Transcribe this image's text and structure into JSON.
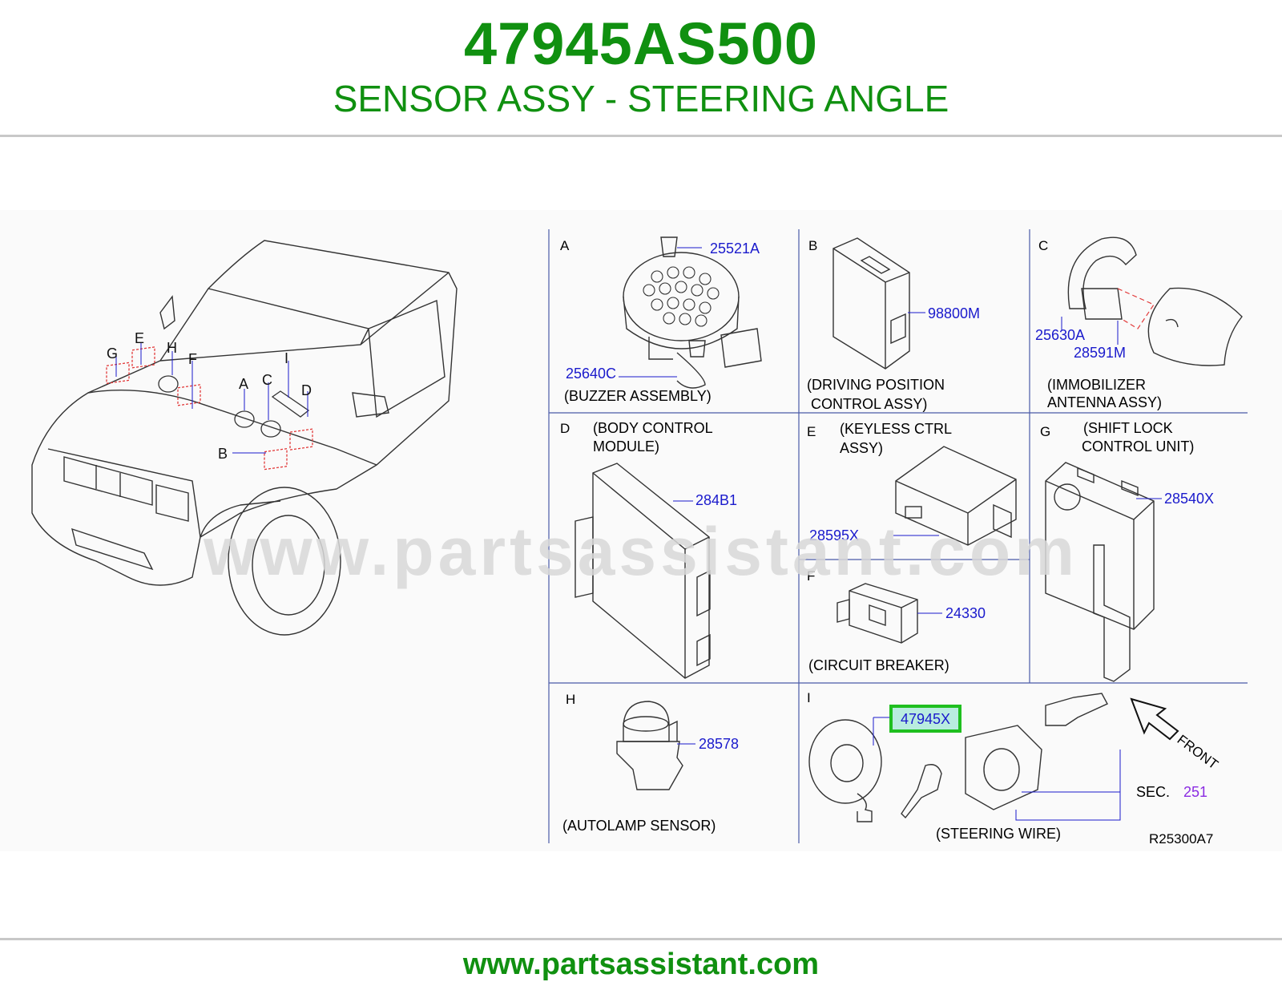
{
  "header": {
    "part_number": "47945AS500",
    "part_name": "SENSOR ASSY - STEERING ANGLE"
  },
  "footer": {
    "url": "www.partsassistant.com"
  },
  "watermark": "www.partsassistant.com",
  "colors": {
    "brand_green": "#109010",
    "part_link_blue": "#1a1acc",
    "sec_purple": "#8a2be2",
    "highlight_border": "#1fbf1f",
    "highlight_fill": "#b9ecdf",
    "locator_red": "#e23a3a"
  },
  "vehicle_labels": {
    "G": "G",
    "E": "E",
    "H": "H",
    "F": "F",
    "A": "A",
    "C": "C",
    "I": "I",
    "D": "D",
    "B": "B"
  },
  "panels": {
    "A": {
      "letter": "A",
      "parts": [
        "25521A",
        "25640C"
      ],
      "caption": "(BUZZER   ASSEMBLY)"
    },
    "B": {
      "letter": "B",
      "parts": [
        "98800M"
      ],
      "caption1": "(DRIVING   POSITION",
      "caption2": "CONTROL   ASSY)"
    },
    "C": {
      "letter": "C",
      "parts": [
        "25630A",
        "28591M"
      ],
      "caption1": "(IMMOBILIZER",
      "caption2": "ANTENNA   ASSY)"
    },
    "D": {
      "letter": "D",
      "parts": [
        "284B1"
      ],
      "caption1": "(BODY   CONTROL",
      "caption2": "MODULE)"
    },
    "E": {
      "letter": "E",
      "parts": [
        "28595X"
      ],
      "caption1": "(KEYLESS   CTRL",
      "caption2": "ASSY)"
    },
    "F": {
      "letter": "F",
      "parts": [
        "24330"
      ],
      "caption": "(CIRCUIT   BREAKER)"
    },
    "G": {
      "letter": "G",
      "parts": [
        "28540X"
      ],
      "caption1": "(SHIFT   LOCK",
      "caption2": "CONTROL   UNIT)"
    },
    "H": {
      "letter": "H",
      "parts": [
        "28578"
      ],
      "caption": "(AUTOLAMP   SENSOR)"
    },
    "I": {
      "letter": "I",
      "highlighted_part": "47945X",
      "sec_label": "SEC.",
      "sec_number": "251",
      "front_label": "FRONT",
      "caption": "(STEERING   WIRE)"
    }
  },
  "diagram_code": "R25300A7"
}
